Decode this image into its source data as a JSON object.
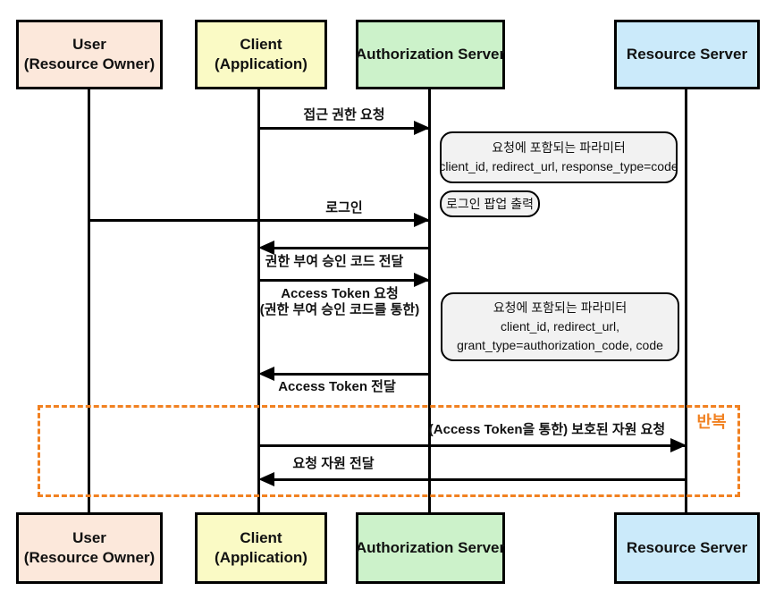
{
  "diagram_type": "sequence",
  "actors": [
    {
      "id": "user",
      "line1": "User",
      "line2": "(Resource Owner)",
      "fill": "#fce8db"
    },
    {
      "id": "client",
      "line1": "Client",
      "line2": "(Application)",
      "fill": "#fafac5"
    },
    {
      "id": "auth",
      "line1": "Authorization Server",
      "line2": "",
      "fill": "#ccf2ca"
    },
    {
      "id": "resource",
      "line1": "Resource Server",
      "line2": "",
      "fill": "#cbeafa"
    }
  ],
  "messages": [
    {
      "from": "client",
      "to": "auth",
      "label": "접근 권한 요청"
    },
    {
      "from": "user",
      "to": "auth",
      "label": "로그인"
    },
    {
      "from": "auth",
      "to": "client",
      "label": "권한 부여 승인 코드 전달"
    },
    {
      "from": "client",
      "to": "auth",
      "label": "Access Token 요청",
      "sublabel": "(권한 부여 승인 코드를 통한)"
    },
    {
      "from": "auth",
      "to": "client",
      "label": "Access Token 전달"
    },
    {
      "from": "client",
      "to": "resource",
      "label": "(Access Token을 통한) 보호된 자원 요청"
    },
    {
      "from": "resource",
      "to": "client",
      "label": "요청 자원 전달"
    }
  ],
  "notes": [
    {
      "line1": "요청에 포함되는 파라미터",
      "line2": "client_id, redirect_url, response_type=code"
    },
    {
      "line1": "로그인 팝업 출력"
    },
    {
      "line1": "요청에 포함되는 파라미터",
      "line2": "client_id, redirect_url,",
      "line3": "grant_type=authorization_code, code"
    }
  ],
  "loop": {
    "label": "반복",
    "border_color": "#f18121",
    "label_color": "#f18121"
  },
  "colors": {
    "line": "#000000",
    "note_fill": "#f2f2f2",
    "background": "#ffffff"
  }
}
